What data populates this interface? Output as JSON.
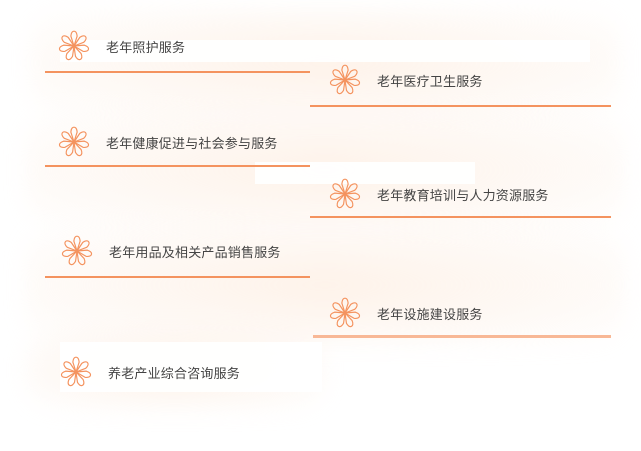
{
  "diagram": {
    "title": "",
    "accent_color": "#f4935f",
    "text_color": "#444444",
    "icon": "flower-outline-icon",
    "items": [
      {
        "label": "老年照护服务",
        "column": "left"
      },
      {
        "label": "老年医疗卫生服务",
        "column": "right"
      },
      {
        "label": "老年健康促进与社会参与服务",
        "column": "left"
      },
      {
        "label": "老年教育培训与人力资源服务",
        "column": "right"
      },
      {
        "label": "老年用品及相关产品销售服务",
        "column": "left"
      },
      {
        "label": "老年设施建设服务",
        "column": "right"
      },
      {
        "label": "养老产业综合咨询服务",
        "column": "left"
      }
    ]
  }
}
